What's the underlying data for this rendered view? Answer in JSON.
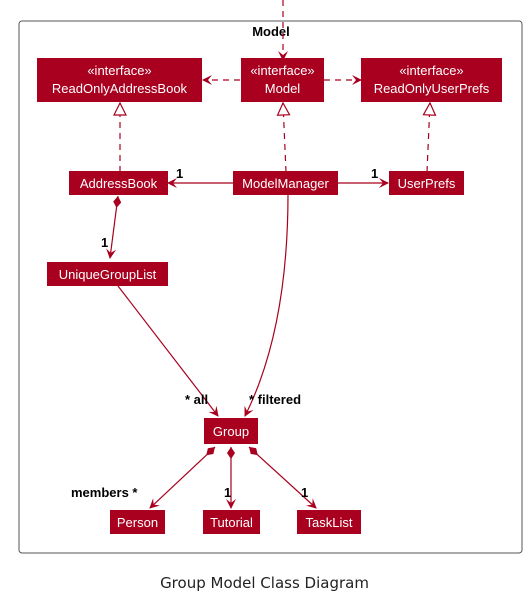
{
  "package": {
    "title": "Model"
  },
  "boxes": {
    "readOnlyAddressBook": {
      "stereotype": "«interface»",
      "name": "ReadOnlyAddressBook"
    },
    "model": {
      "stereotype": "«interface»",
      "name": "Model"
    },
    "readOnlyUserPrefs": {
      "stereotype": "«interface»",
      "name": "ReadOnlyUserPrefs"
    },
    "addressBook": {
      "name": "AddressBook"
    },
    "modelManager": {
      "name": "ModelManager"
    },
    "userPrefs": {
      "name": "UserPrefs"
    },
    "uniqueGroupList": {
      "name": "UniqueGroupList"
    },
    "group": {
      "name": "Group"
    },
    "person": {
      "name": "Person"
    },
    "tutorial": {
      "name": "Tutorial"
    },
    "taskList": {
      "name": "TaskList"
    }
  },
  "multiplicities": {
    "mm_addressbook": "1",
    "mm_userprefs": "1",
    "ab_uniquegrouplist": "1",
    "all": "* all",
    "filtered": "* filtered",
    "members": "members *",
    "tutorial": "1",
    "tasklist": "1"
  },
  "caption": "Group Model Class Diagram",
  "colors": {
    "box": "#a8001e",
    "box_text": "#ffffff",
    "border": "#555555"
  }
}
